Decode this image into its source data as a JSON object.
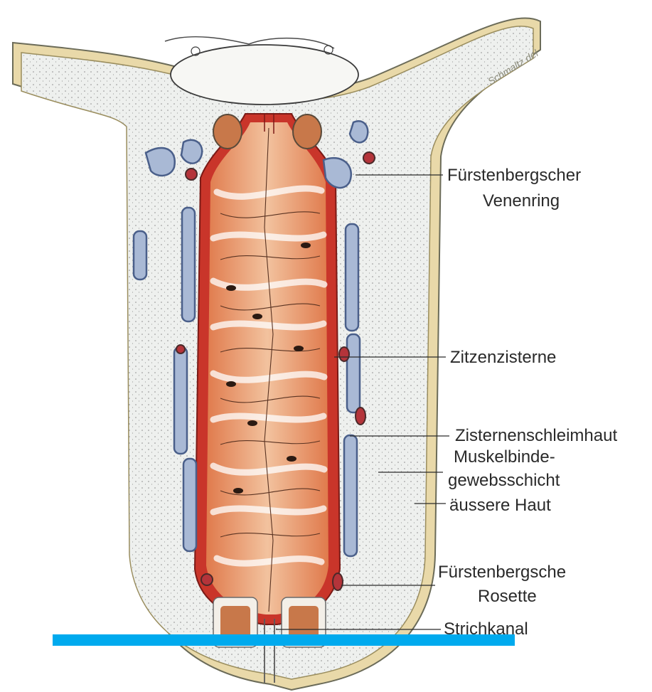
{
  "labels": {
    "venenring_line1": "Fürstenbergscher",
    "venenring_line2": "Venenring",
    "zitzenzisterne": "Zitzenzisterne",
    "zisternenschleimhaut": "Zisternenschleimhaut",
    "muskel_line1": "Muskelbinde-",
    "muskel_line2": "gewebsschicht",
    "haut": "äussere Haut",
    "rosette_line1": "Fürstenbergsche",
    "rosette_line2": "Rosette",
    "strichkanal": "Strichkanal"
  },
  "signature": "Schmaltz del",
  "colors": {
    "background": "#ffffff",
    "tissue": "#eef0ee",
    "skin": "#e9d9a9",
    "cistern_wall": "#c9352a",
    "mucosa": "#eba57a",
    "vein_fill": "#a9b9d5",
    "vein_outline": "#4a5f8a",
    "artery": "#b4343a",
    "highlight_bar": "#00aaee"
  }
}
